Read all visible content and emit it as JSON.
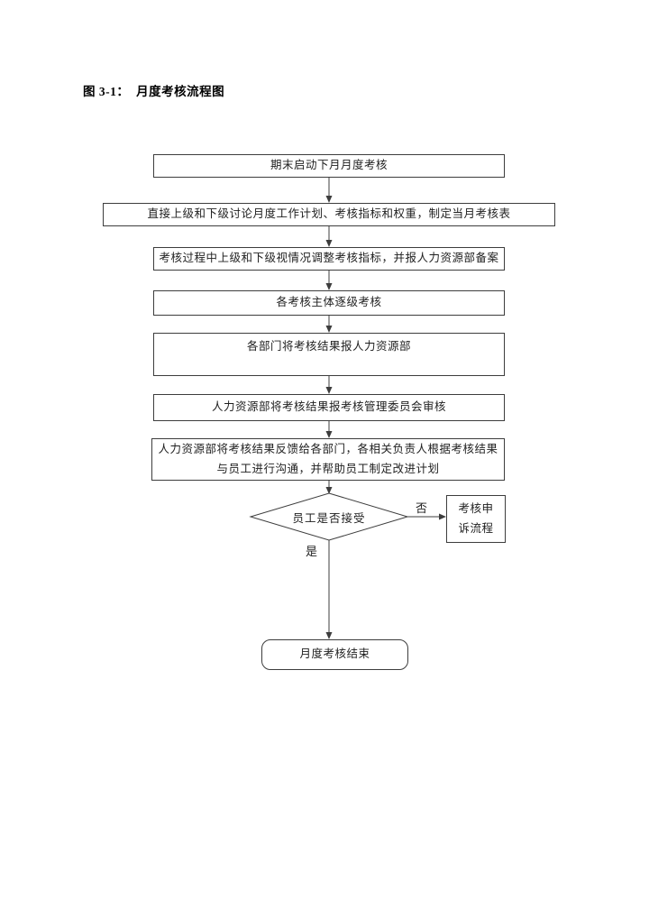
{
  "page": {
    "title": "图 3-1：  月度考核流程图"
  },
  "flowchart": {
    "steps": [
      {
        "label": "期末启动下月月度考核"
      },
      {
        "label": "直接上级和下级讨论月度工作计划、考核指标和权重，制定当月考核表"
      },
      {
        "label": "考核过程中上级和下级视情况调整考核指标，并报人力资源部备案"
      },
      {
        "label": "各考核主体逐级考核"
      },
      {
        "label": "各部门将考核结果报人力资源部"
      },
      {
        "label": "人力资源部将考核结果报考核管理委员会审核"
      },
      {
        "label": "人力资源部将考核结果反馈给各部门，各相关负责人根据考核结果与员工进行沟通，并帮助员工制定改进计划"
      }
    ],
    "decision": {
      "label": "员工是否接受",
      "yes": "是",
      "no": "否"
    },
    "appeal": {
      "label": "考核申诉流程"
    },
    "end": {
      "label": "月度考核结束"
    }
  },
  "colors": {
    "line": "#3d3d3d",
    "text": "#1f1f1f",
    "background": "#ffffff"
  }
}
